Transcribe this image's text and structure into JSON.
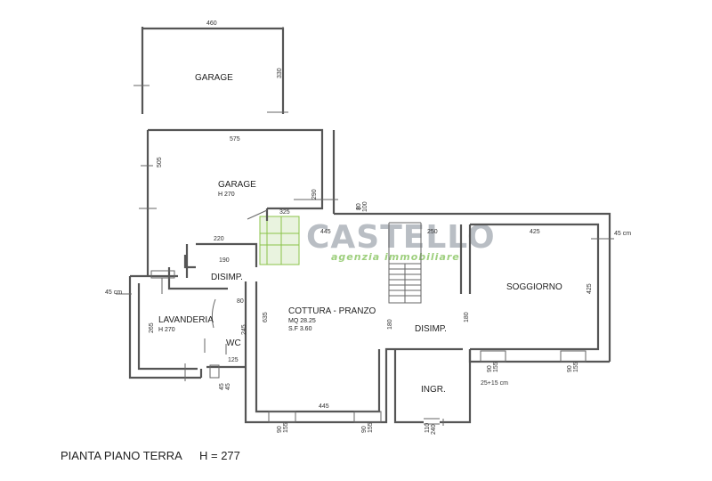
{
  "rooms": {
    "garage_top": "GARAGE",
    "garage": "GARAGE",
    "garage_h": "H 270",
    "disimp_left": "DISIMP.",
    "lavanderia": "LAVANDERIA",
    "lavanderia_h": "H 270",
    "wc": "WC",
    "cottura": "COTTURA - PRANZO",
    "cottura_mq": "MQ  28.25",
    "cottura_sf": "S.F  3.60",
    "disimp_center": "DISIMP.",
    "soggiorno": "SOGGIORNO",
    "ingr": "INGR."
  },
  "dimensions": {
    "d460": "460",
    "d330": "330",
    "d575": "575",
    "d505": "505",
    "d290": "290",
    "d325": "325",
    "d220": "220",
    "d190": "190",
    "d80a": "80",
    "d100": "100",
    "d445_top": "445",
    "d250": "250",
    "d425_top": "425",
    "d425_side": "425",
    "d45cm_right": "45 cm",
    "d45cm_left": "45 cm",
    "d80b": "80",
    "d265": "265",
    "d245": "245",
    "d125": "125",
    "d635": "635",
    "d180a": "180",
    "d180b": "180",
    "d45": "45",
    "d45b": "45",
    "d445_bottom": "445",
    "d90_155_a": "90",
    "d90_155_a2": "155",
    "d90_155_b": "90",
    "d90_155_b2": "155",
    "d110": "110",
    "d240": "240",
    "d90_155_c": "90",
    "d90_155_c2": "155",
    "d90_155_d": "90",
    "d90_155_d2": "155",
    "d25_15": "25+15 cm"
  },
  "logo": {
    "name": "CASTELLO",
    "tagline": "agenzia immobiliare",
    "color_green": "#8bc34a",
    "color_grey": "#b9bec4"
  },
  "footer": {
    "title": "PIANTA PIANO TERRA",
    "height": "H = 277"
  }
}
